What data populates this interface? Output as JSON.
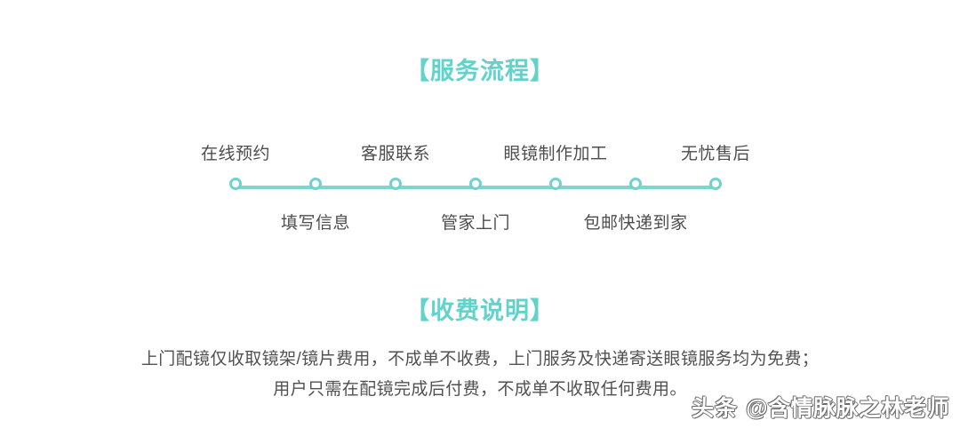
{
  "page": {
    "background_color": "#ffffff",
    "accent_color": "#62d3cb",
    "text_color": "#4d4d4d"
  },
  "process_section": {
    "title": "【服务流程】",
    "steps": [
      {
        "label": "在线预约",
        "position": "above"
      },
      {
        "label": "填写信息",
        "position": "below"
      },
      {
        "label": "客服联系",
        "position": "above"
      },
      {
        "label": "管家上门",
        "position": "below"
      },
      {
        "label": "眼镜制作加工",
        "position": "above"
      },
      {
        "label": "包邮快递到家",
        "position": "below"
      },
      {
        "label": "无忧售后",
        "position": "above"
      }
    ]
  },
  "fee_section": {
    "title": "【收费说明】",
    "lines": [
      "上门配镜仅收取镜架/镜片费用，不成单不收费，上门服务及快递寄送眼镜服务均为免费；",
      "用户只需在配镜完成后付费，不成单不收取任何费用。"
    ]
  },
  "watermark": {
    "brand": "头条",
    "handle": "@含情脉脉之林老师"
  }
}
